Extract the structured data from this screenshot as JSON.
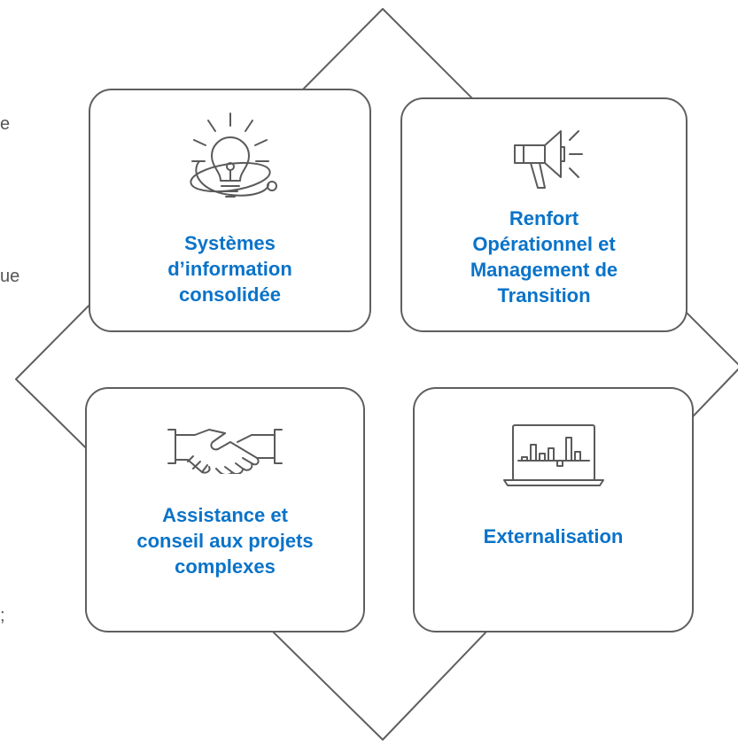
{
  "left_text_fragments": [
    "e",
    "ue",
    ";"
  ],
  "colors": {
    "accent": "#0a73c9",
    "outline": "#5f5f5f",
    "icon_stroke": "#5a5a5a",
    "fragment_text": "#555555"
  },
  "cards": {
    "systems": {
      "title": "Systèmes\nd’information\nconsolidée",
      "icon": "lightbulb-atom-icon"
    },
    "renfort": {
      "title": "Renfort\nOpérationnel et\nManagement de\nTransition",
      "icon": "megaphone-icon"
    },
    "assistance": {
      "title": "Assistance et\nconseil aux projets\ncomplexes",
      "icon": "handshake-icon"
    },
    "externalisation": {
      "title": "Externalisation",
      "icon": "laptop-chart-icon"
    }
  }
}
